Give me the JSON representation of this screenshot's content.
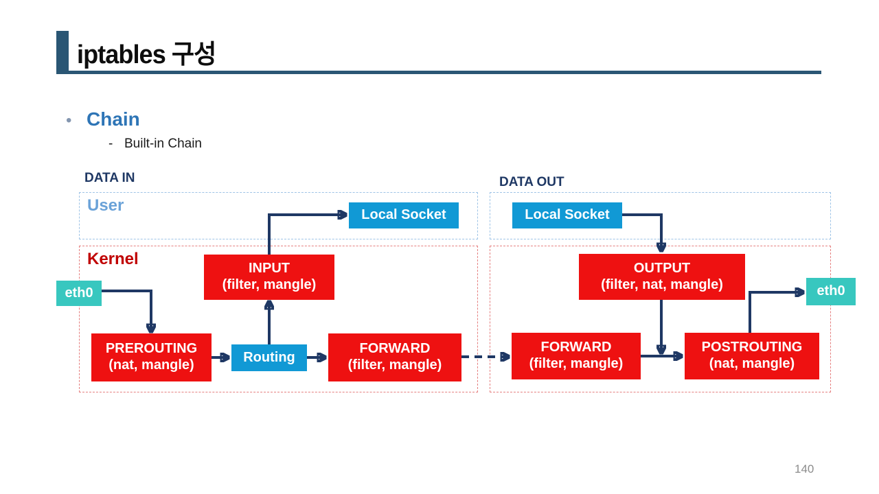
{
  "slide": {
    "title": "iptables 구성",
    "page_number": "140",
    "bullet": {
      "glyph": "•",
      "label": "Chain"
    },
    "sub_bullet": {
      "dash": "-",
      "label": "Built-in Chain"
    }
  },
  "diagram": {
    "labels": {
      "data_in": "DATA IN",
      "data_out": "DATA OUT",
      "user": "User",
      "kernel": "Kernel"
    },
    "nodes": {
      "local_socket_in": {
        "label": "Local Socket"
      },
      "input": {
        "title": "INPUT",
        "tables": "(filter, mangle)"
      },
      "prerouting": {
        "title": "PREROUTING",
        "tables": "(nat, mangle)"
      },
      "routing": {
        "label": "Routing"
      },
      "forward_in": {
        "title": "FORWARD",
        "tables": "(filter, mangle)"
      },
      "eth0_in": {
        "label": "eth0"
      },
      "local_socket_out": {
        "label": "Local Socket"
      },
      "output": {
        "title": "OUTPUT",
        "tables": "(filter, nat, mangle)"
      },
      "forward_out": {
        "title": "FORWARD",
        "tables": "(filter, mangle)"
      },
      "postrouting": {
        "title": "POSTROUTING",
        "tables": "(nat, mangle)"
      },
      "eth0_out": {
        "label": "eth0"
      }
    },
    "colors": {
      "navy": "#1F3864",
      "chain_red": "#EE1111",
      "routing_blue": "#1199D5",
      "eth_teal": "#38C7BF",
      "kernel_label": "#C00000",
      "user_label": "#6AA2D8",
      "title_accent": "#2A5674",
      "bullet_blue": "#2E75B6"
    }
  }
}
